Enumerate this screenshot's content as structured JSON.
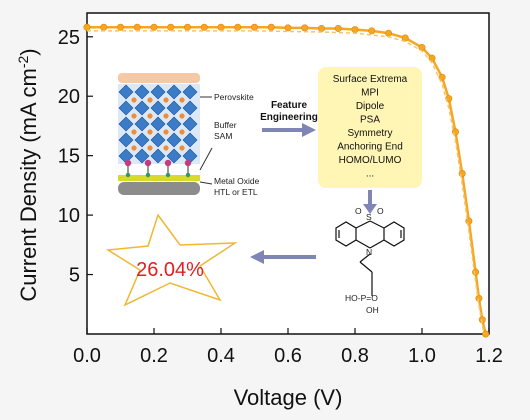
{
  "chart_data": {
    "type": "line",
    "xlabel": "Voltage (V)",
    "ylabel": "Current Density (mA cm",
    "ylabel_sup": "-2",
    "ylabel_close": ")",
    "xlim": [
      0.0,
      1.2
    ],
    "ylim": [
      0,
      27
    ],
    "xticks": [
      "0.0",
      "0.2",
      "0.4",
      "0.6",
      "0.8",
      "1.0",
      "1.2"
    ],
    "yticks": [
      "5",
      "10",
      "15",
      "20",
      "25"
    ],
    "grid": false,
    "series": [
      {
        "style": "solid-with-markers",
        "color": "#f5a623",
        "x": [
          0.0,
          0.05,
          0.1,
          0.15,
          0.2,
          0.25,
          0.3,
          0.35,
          0.4,
          0.45,
          0.5,
          0.55,
          0.6,
          0.65,
          0.7,
          0.75,
          0.8,
          0.85,
          0.9,
          0.95,
          1.0,
          1.03,
          1.06,
          1.08,
          1.1,
          1.12,
          1.14,
          1.16,
          1.17,
          1.18,
          1.19
        ],
        "y": [
          25.8,
          25.8,
          25.8,
          25.8,
          25.8,
          25.8,
          25.8,
          25.8,
          25.8,
          25.8,
          25.8,
          25.8,
          25.75,
          25.75,
          25.7,
          25.7,
          25.6,
          25.5,
          25.3,
          24.9,
          24.1,
          23.2,
          21.6,
          19.8,
          17.0,
          13.5,
          9.5,
          5.2,
          3.0,
          1.2,
          0.0
        ]
      },
      {
        "style": "dashed",
        "color": "#f7c46a",
        "x": [
          0.0,
          0.1,
          0.2,
          0.3,
          0.4,
          0.5,
          0.6,
          0.7,
          0.8,
          0.9,
          0.95,
          1.0,
          1.03,
          1.06,
          1.08,
          1.1,
          1.12,
          1.14,
          1.16,
          1.17,
          1.18,
          1.185
        ],
        "y": [
          25.5,
          25.5,
          25.5,
          25.5,
          25.5,
          25.5,
          25.45,
          25.4,
          25.3,
          25.0,
          24.6,
          23.8,
          22.8,
          21.0,
          19.0,
          16.2,
          12.6,
          8.6,
          4.4,
          2.4,
          0.8,
          0.0
        ]
      }
    ]
  },
  "inset": {
    "device_labels": {
      "perovskite": "Perovskite",
      "buffer": "Buffer",
      "sam": "SAM",
      "metal_oxide": "Metal Oxide",
      "htl_etl": "HTL or ETL"
    },
    "feature_engineering_line1": "Feature",
    "feature_engineering_line2": "Engineering",
    "features": [
      "Surface Extrema",
      "MPI",
      "Dipole",
      "PSA",
      "Symmetry",
      "Anchoring End",
      "HOMO/LUMO",
      "..."
    ],
    "efficiency": "26.04%",
    "molecule": {
      "n_label": "N",
      "s_label": "S",
      "o1": "O",
      "o2": "O",
      "p_label": "HO-P=O",
      "oh_label": "OH"
    },
    "colors": {
      "curve": "#f5a623",
      "arrow": "#7f86b5",
      "feature_box": "#fff5b5",
      "efficiency_text": "#e02020",
      "star_stroke": "#f0b830"
    }
  }
}
